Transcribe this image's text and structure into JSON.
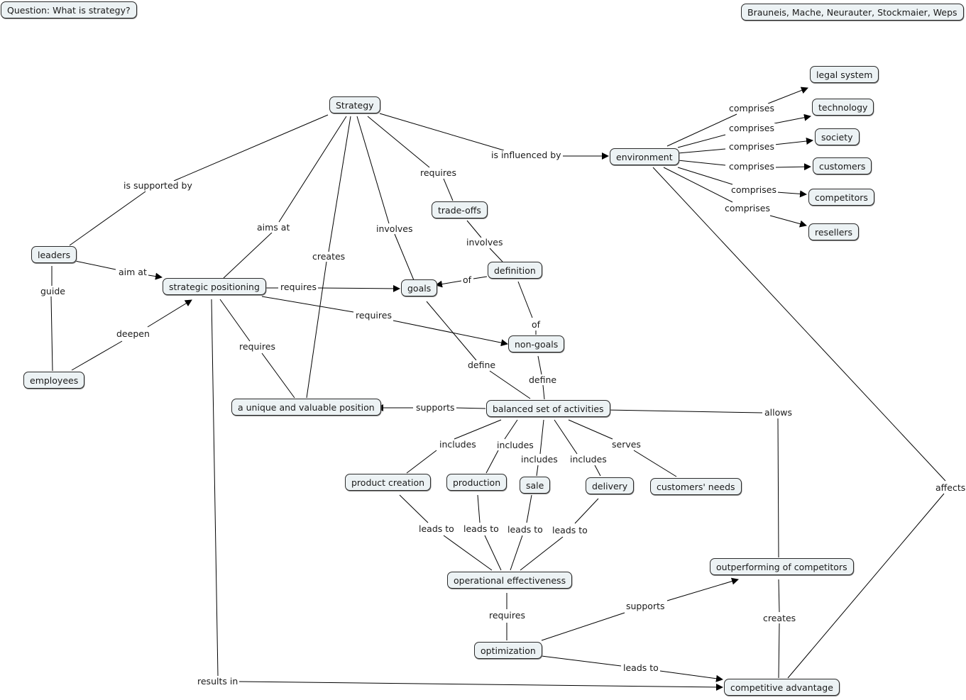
{
  "header": {
    "question": "Question: What is strategy?",
    "authors": "Brauneis, Mache, Neurauter, Stockmaier, Weps"
  },
  "nodes": {
    "strategy": "Strategy",
    "environment": "environment",
    "legal_system": "legal system",
    "technology": "technology",
    "society": "society",
    "customers": "customers",
    "competitors": "competitors",
    "resellers": "resellers",
    "trade_offs": "trade-offs",
    "definition": "definition",
    "leaders": "leaders",
    "employees": "employees",
    "strategic_positioning": "strategic positioning",
    "goals": "goals",
    "non_goals": "non-goals",
    "unique_position": "a unique and valuable position",
    "balanced_set": "balanced set of activities",
    "product_creation": "product creation",
    "production": "production",
    "sale": "sale",
    "delivery": "delivery",
    "customers_needs": "customers' needs",
    "operational_effectiveness": "operational effectiveness",
    "optimization": "optimization",
    "outperforming": "outperforming of competitors",
    "competitive_advantage": "competitive advantage"
  },
  "links": {
    "is_supported_by": "is supported by",
    "aims_at": "aims at",
    "creates_1": "creates",
    "involves_1": "involves",
    "requires_tradeoffs": "requires",
    "is_influenced_by": "is influenced by",
    "comprises_legal": "comprises",
    "comprises_tech": "comprises",
    "comprises_society": "comprises",
    "comprises_customers": "comprises",
    "comprises_competitors": "comprises",
    "comprises_resellers": "comprises",
    "involves_2": "involves",
    "of_goals": "of",
    "of_nongoals": "of",
    "aim_at": "aim at",
    "guide": "guide",
    "deepen": "deepen",
    "requires_goals": "requires",
    "requires_nongoals": "requires",
    "requires_unique": "requires",
    "define_goals": "define",
    "define_nongoals": "define",
    "supports_unique": "supports",
    "allows": "allows",
    "includes_1": "includes",
    "includes_2": "includes",
    "includes_3": "includes",
    "includes_4": "includes",
    "serves": "serves",
    "leads_to_1": "leads to",
    "leads_to_2": "leads to",
    "leads_to_3": "leads to",
    "leads_to_4": "leads to",
    "requires_opt": "requires",
    "supports_out": "supports",
    "leads_to_ca": "leads to",
    "creates_2": "creates",
    "affects": "affects",
    "results_in": "results in"
  }
}
